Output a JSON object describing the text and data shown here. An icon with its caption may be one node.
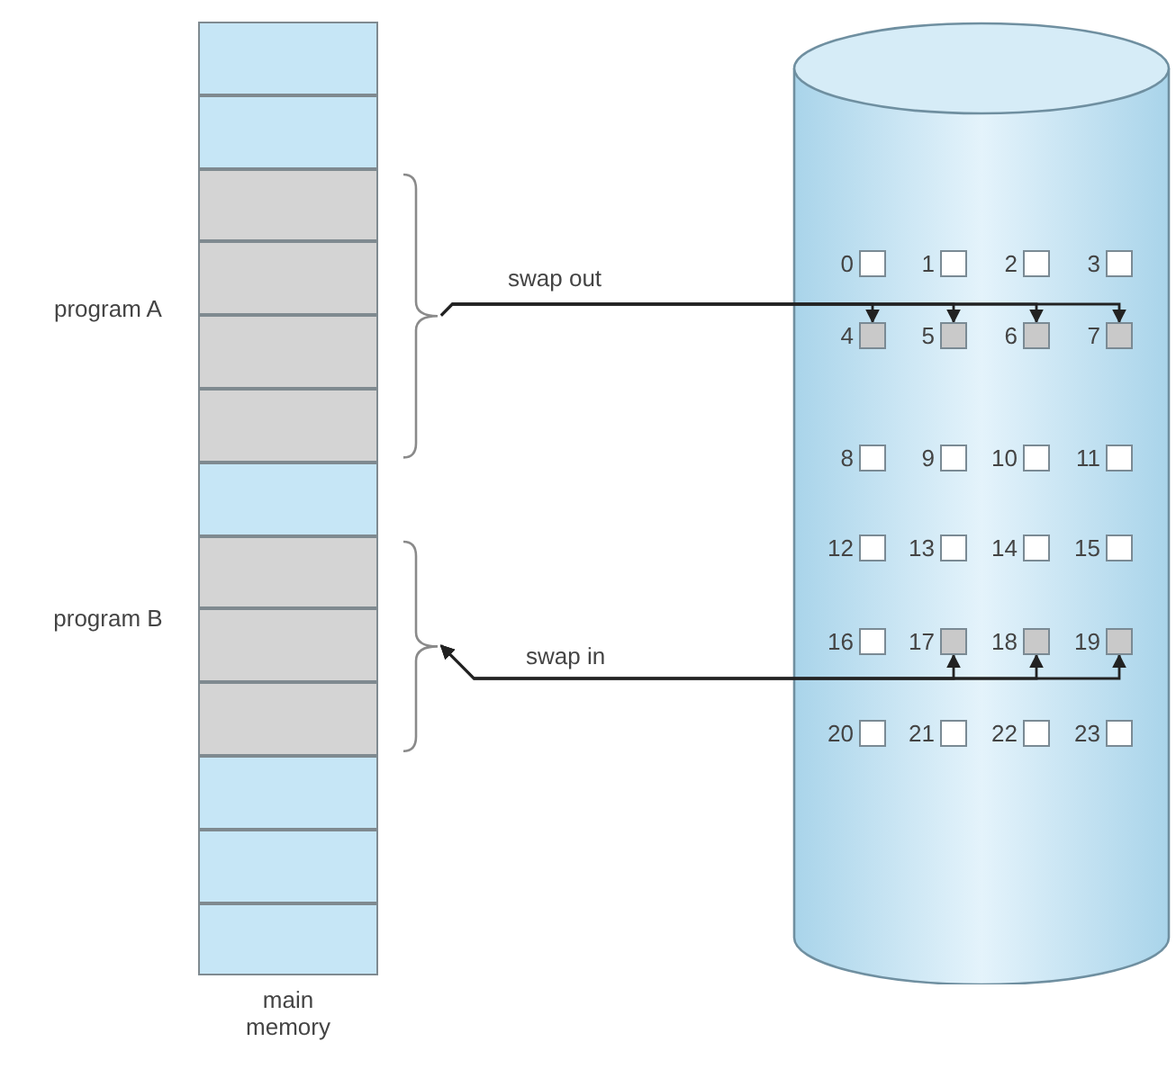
{
  "diagram": {
    "nodes": [
      {
        "text": [
          "main memory"
        ]
      },
      {
        "text": [],
        "shape": "box",
        "in": 0
      },
      {
        "text": [],
        "shape": "box",
        "in": 0
      },
      {
        "text": [
          "program A"
        ],
        "in": 0
      },
      {
        "text": [],
        "shape": "box",
        "in": 3
      },
      {
        "text": [],
        "shape": "box",
        "in": 3
      },
      {
        "text": [],
        "shape": "box",
        "in": 3
      },
      {
        "text": [],
        "shape": "box",
        "in": 3
      },
      {
        "text": [],
        "shape": "box",
        "in": 0
      },
      {
        "text": [
          "program B"
        ],
        "in": 0
      },
      {
        "text": [],
        "shape": "box",
        "in": 9
      },
      {
        "text": [],
        "shape": "box",
        "in": 9
      },
      {
        "text": [],
        "shape": "box",
        "in": 9
      },
      {
        "text": [],
        "shape": "box",
        "in": 0
      },
      {
        "text": [],
        "shape": "box",
        "in": 0
      },
      {
        "text": [],
        "shape": "box",
        "in": 0
      },
      {
        "text": [],
        "shape": "cylinder"
      },
      {
        "text": [
          "0"
        ],
        "in": 16
      },
      {
        "text": [
          "1"
        ],
        "in": 16
      },
      {
        "text": [
          "2"
        ],
        "in": 16
      },
      {
        "text": [
          "3"
        ],
        "in": 16
      },
      {
        "text": [
          "4"
        ],
        "in": 16
      },
      {
        "text": [
          "5"
        ],
        "in": 16
      },
      {
        "text": [
          "6"
        ],
        "in": 16
      },
      {
        "text": [
          "7"
        ],
        "in": 16
      },
      {
        "text": [
          "8"
        ],
        "in": 16
      },
      {
        "text": [
          "9"
        ],
        "in": 16
      },
      {
        "text": [
          "10"
        ],
        "in": 16
      },
      {
        "text": [
          "11"
        ],
        "in": 16
      },
      {
        "text": [
          "12"
        ],
        "in": 16
      },
      {
        "text": [
          "13"
        ],
        "in": 16
      },
      {
        "text": [
          "14"
        ],
        "in": 16
      },
      {
        "text": [
          "15"
        ],
        "in": 16
      },
      {
        "text": [
          "16"
        ],
        "in": 16
      },
      {
        "text": [
          "17"
        ],
        "in": 16
      },
      {
        "text": [
          "18"
        ],
        "in": 16
      },
      {
        "text": [
          "19"
        ],
        "in": 16
      },
      {
        "text": [
          "20"
        ],
        "in": 16
      },
      {
        "text": [
          "21"
        ],
        "in": 16
      },
      {
        "text": [
          "22"
        ],
        "in": 16
      },
      {
        "text": [
          "23"
        ],
        "in": 16
      }
    ],
    "edges": [
      {
        "from": 3,
        "to": 21,
        "arrow": "to",
        "label": "swap out"
      },
      {
        "from": 3,
        "to": 22,
        "arrow": "to"
      },
      {
        "from": 3,
        "to": 23,
        "arrow": "to"
      },
      {
        "from": 3,
        "to": 24,
        "arrow": "to"
      },
      {
        "from": 34,
        "to": 9,
        "arrow": "both",
        "label": "swap in"
      },
      {
        "from": 35,
        "to": 9,
        "arrow": "both"
      },
      {
        "from": 36,
        "to": 9,
        "arrow": "both"
      }
    ]
  }
}
